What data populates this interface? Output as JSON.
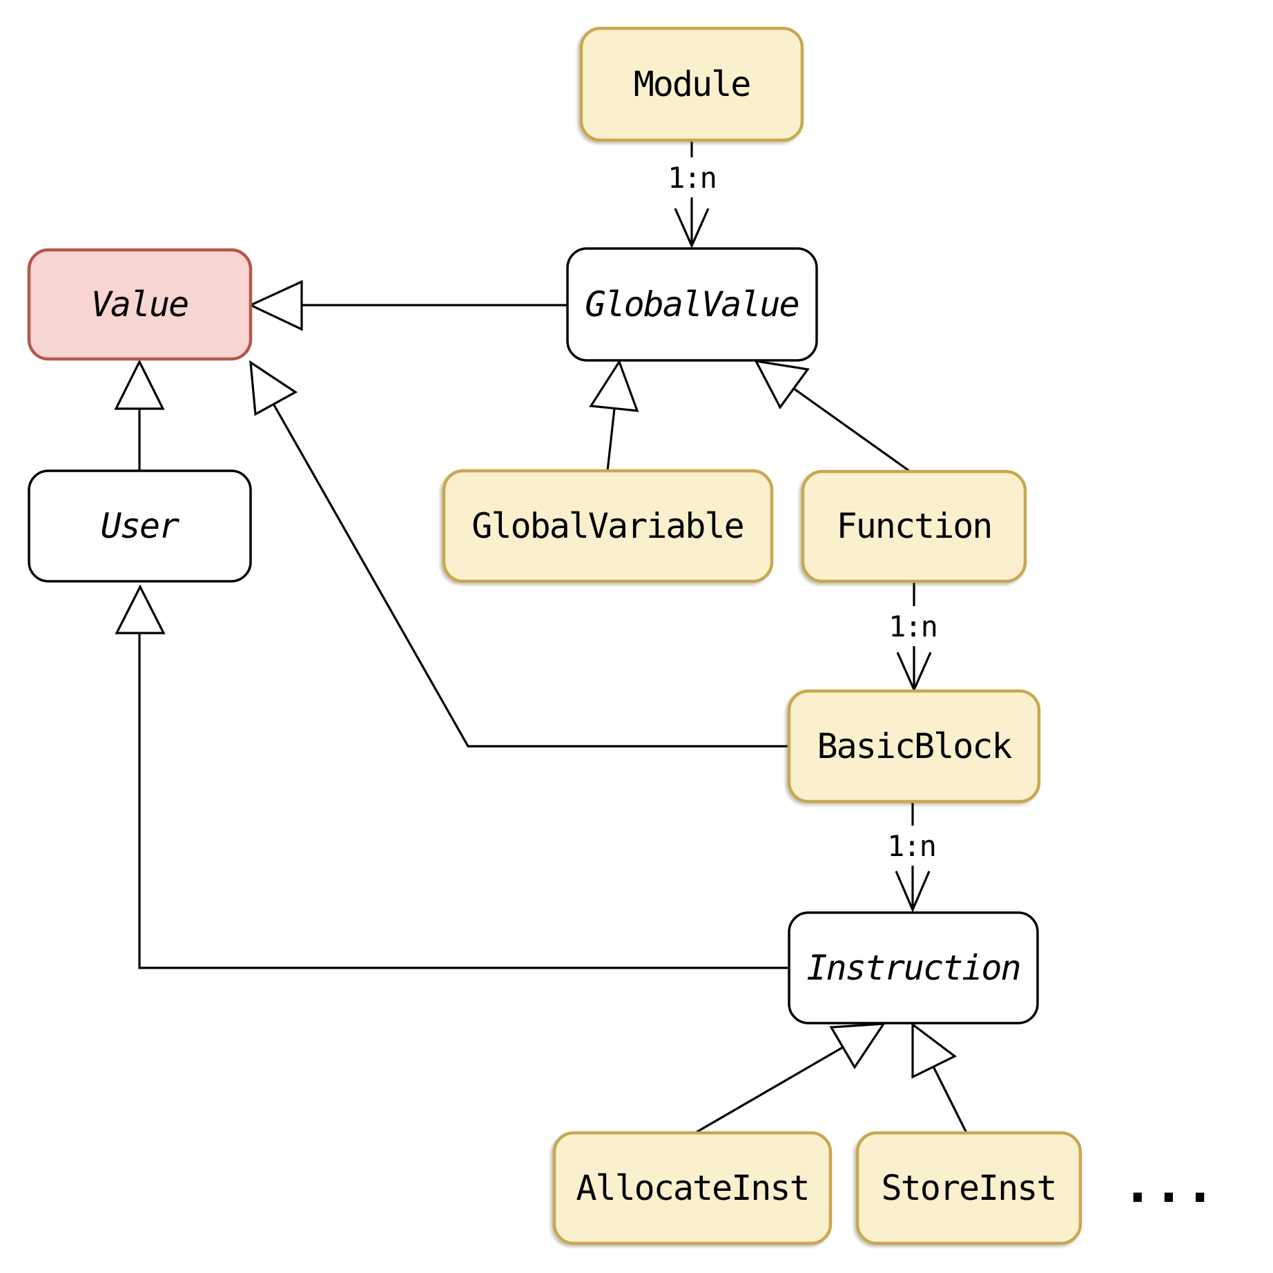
{
  "nodes": {
    "module": {
      "label": "Module",
      "kind": "concrete"
    },
    "global_value": {
      "label": "GlobalValue",
      "kind": "abstract"
    },
    "value": {
      "label": "Value",
      "kind": "abstract-root"
    },
    "user": {
      "label": "User",
      "kind": "abstract"
    },
    "global_variable": {
      "label": "GlobalVariable",
      "kind": "concrete"
    },
    "function": {
      "label": "Function",
      "kind": "concrete"
    },
    "basic_block": {
      "label": "BasicBlock",
      "kind": "concrete"
    },
    "instruction": {
      "label": "Instruction",
      "kind": "abstract"
    },
    "allocate_inst": {
      "label": "AllocateInst",
      "kind": "concrete"
    },
    "store_inst": {
      "label": "StoreInst",
      "kind": "concrete"
    }
  },
  "edges": {
    "module_to_globalvalue": {
      "label": "1:n",
      "type": "composition"
    },
    "function_to_basicblock": {
      "label": "1:n",
      "type": "composition"
    },
    "basicblock_to_instruction": {
      "label": "1:n",
      "type": "composition"
    },
    "globalvalue_to_value": {
      "type": "inheritance"
    },
    "user_to_value": {
      "type": "inheritance"
    },
    "basicblock_to_value": {
      "type": "inheritance"
    },
    "globalvariable_to_globalvalue": {
      "type": "inheritance"
    },
    "function_to_globalvalue": {
      "type": "inheritance"
    },
    "instruction_to_user": {
      "type": "inheritance"
    },
    "allocateinst_to_instruction": {
      "type": "inheritance"
    },
    "storeinst_to_instruction": {
      "type": "inheritance"
    }
  },
  "ellipsis": "...",
  "colors": {
    "concrete_fill": "#faf0ce",
    "concrete_border": "#c8a850",
    "abstract_fill": "#ffffff",
    "abstract_border": "#000000",
    "root_fill": "#f7d6d2",
    "root_border": "#b5574d",
    "line": "#000000"
  }
}
